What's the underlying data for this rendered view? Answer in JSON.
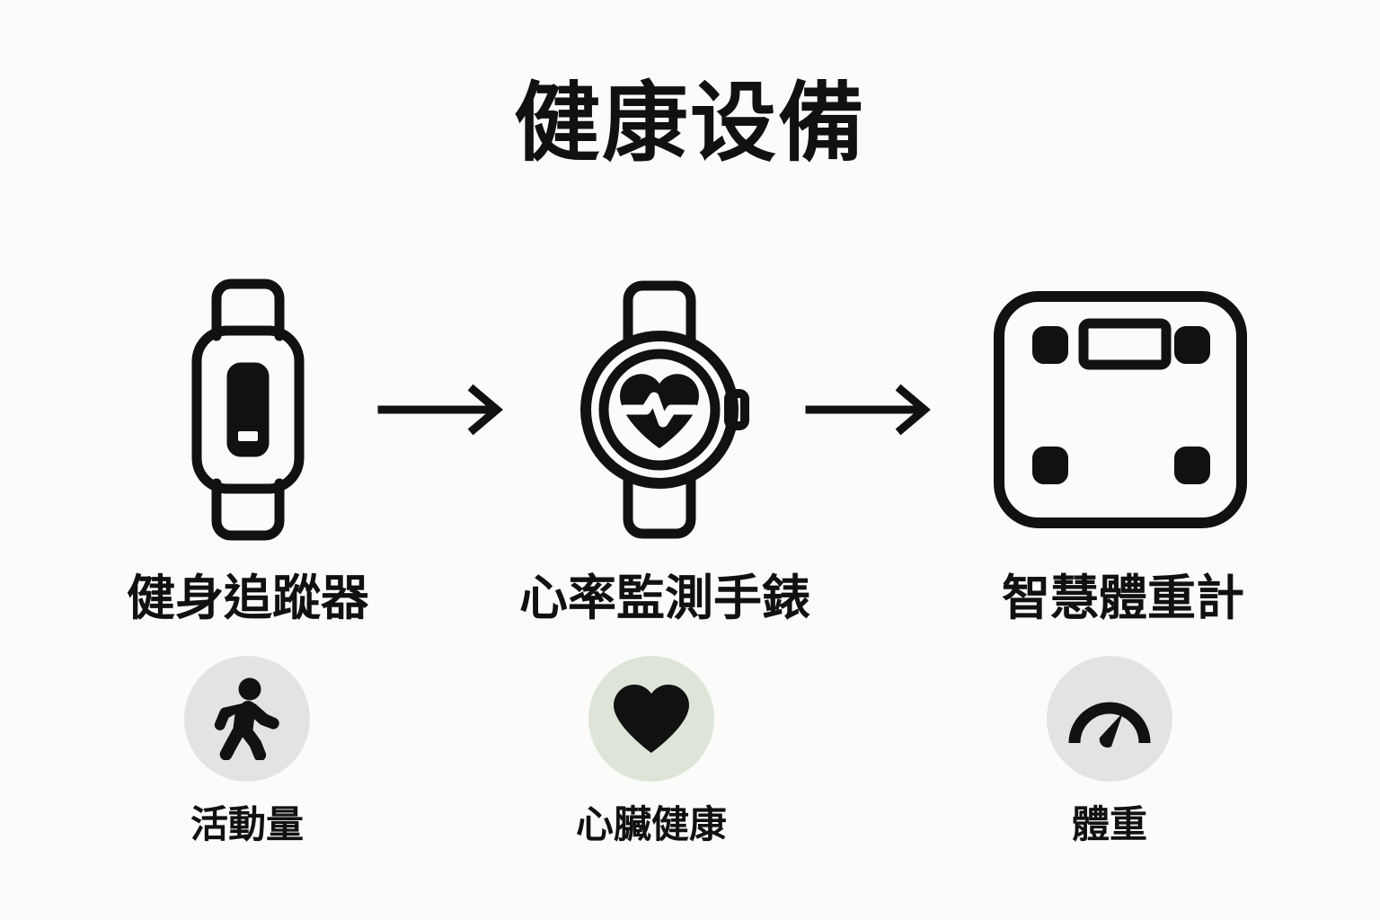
{
  "page": {
    "background_color": "#fbfbf9",
    "ink_color": "#111111",
    "title": "健康设備"
  },
  "devices": [
    {
      "icon": "fitness-tracker-icon",
      "label": "健身追蹤器"
    },
    {
      "icon": "heart-rate-watch-icon",
      "label": "心率監測手錶"
    },
    {
      "icon": "smart-scale-icon",
      "label": "智慧體重計"
    }
  ],
  "arrows": [
    {
      "icon": "arrow-right-icon"
    },
    {
      "icon": "arrow-right-icon"
    }
  ],
  "metrics": [
    {
      "icon": "walking-person-icon",
      "label": "活動量",
      "badge_color": "#e3e3e1"
    },
    {
      "icon": "heart-icon",
      "label": "心臟健康",
      "badge_color": "#dce5d8"
    },
    {
      "icon": "gauge-icon",
      "label": "體重",
      "badge_color": "#e3e3e1"
    }
  ]
}
